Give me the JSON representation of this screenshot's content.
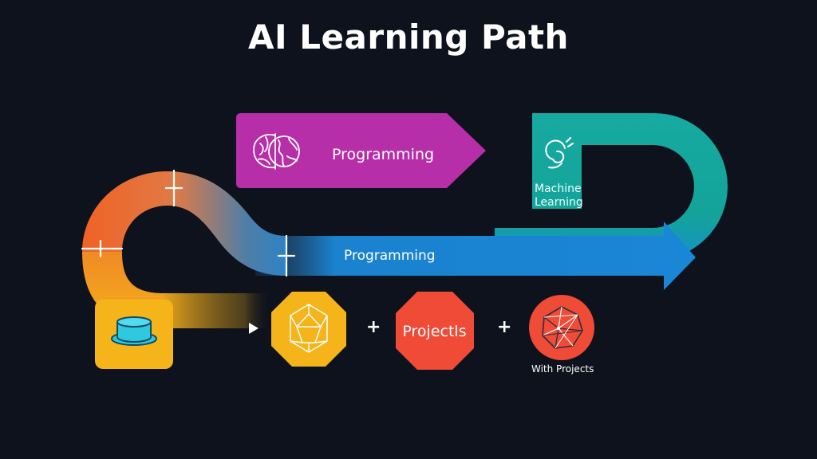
{
  "title": "AI Learning Path",
  "steps": {
    "programming_top": "Programming",
    "machine_learning": {
      "line1": "Machine",
      "line2": "Learning"
    },
    "programming_band": "Programming",
    "projects": "Projectls",
    "with_projects": "With Projects"
  },
  "connectors": {
    "plus_1": "+",
    "plus_2": "+"
  },
  "icons": {
    "programming": "brain-globe-icon",
    "machine_learning": "spiral-icon",
    "start": "stacked-disc-icon",
    "mesh": "polyhedron-icon",
    "with_projects": "network-sphere-icon"
  },
  "colors": {
    "background": "#0d121c",
    "magenta": "#b62fa8",
    "teal": "#13a898",
    "blue": "#1887d6",
    "orange": "#f06a2b",
    "yellow": "#f4b41a",
    "red": "#ef4b37",
    "cyan": "#2ec9df"
  }
}
